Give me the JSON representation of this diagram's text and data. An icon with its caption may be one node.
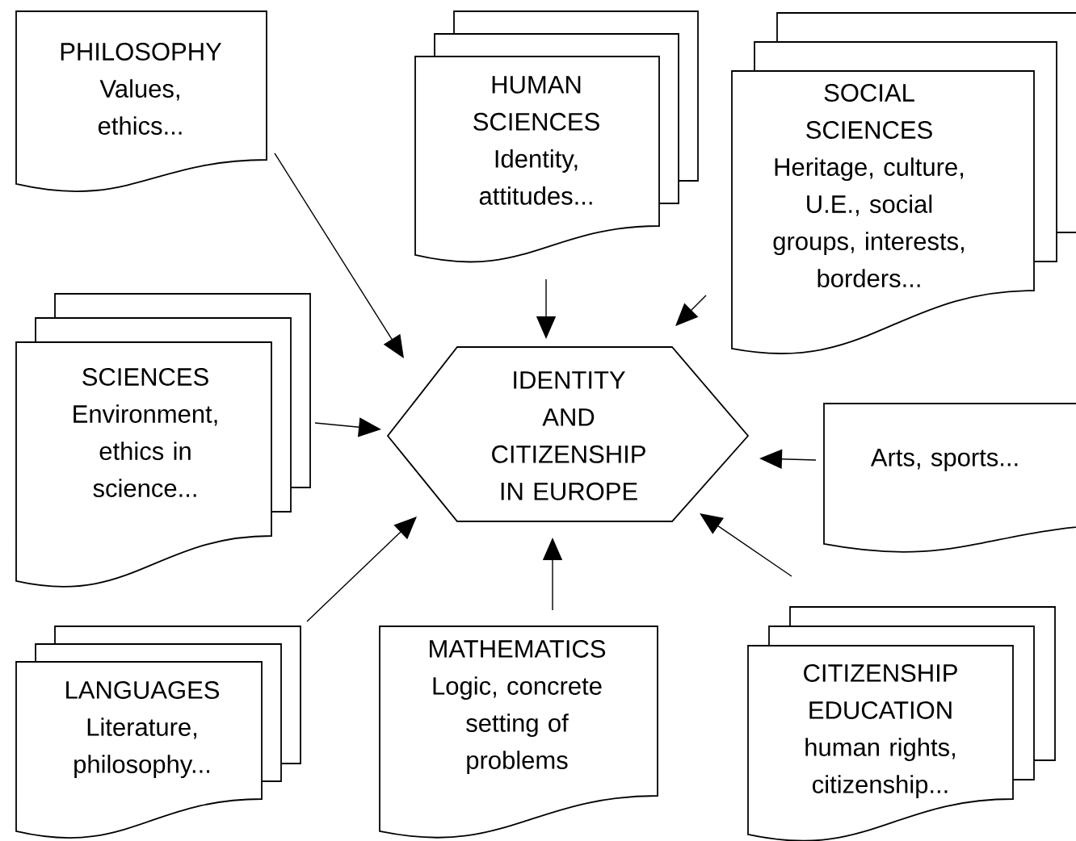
{
  "diagram": {
    "nodes": [
      {
        "text": [
          "PHILOSOPHY",
          "Values, ethics..."
        ]
      },
      {
        "text": [
          "HUMAN SCIENCES",
          "Identity, attitudes..."
        ]
      },
      {
        "text": [
          "SOCIAL SCIENCES",
          "Heritage, culture, U.E., social groups, interests, borders..."
        ]
      },
      {
        "text": [
          "SCIENCES",
          "Environment, ethics in science..."
        ]
      },
      {
        "text": [
          "IDENTITY AND CITIZENSHIP IN EUROPE"
        ]
      },
      {
        "text": [
          "Arts, sports..."
        ]
      },
      {
        "text": [
          "LANGUAGES",
          "Literature, philosophy..."
        ]
      },
      {
        "text": [
          "MATHEMATICS",
          "Logic, concrete setting of problems"
        ]
      },
      {
        "text": [
          "CITIZENSHIP EDUCATION",
          "human rights, citizenship..."
        ]
      }
    ],
    "edges": [
      {
        "from": 0,
        "to": 4,
        "arrow": "to"
      },
      {
        "from": 1,
        "to": 4,
        "arrow": "to"
      },
      {
        "from": 2,
        "to": 4,
        "arrow": "to"
      },
      {
        "from": 3,
        "to": 4,
        "arrow": "to"
      },
      {
        "from": 5,
        "to": 4,
        "arrow": "to"
      },
      {
        "from": 6,
        "to": 4,
        "arrow": "to"
      },
      {
        "from": 7,
        "to": 4,
        "arrow": "to"
      },
      {
        "from": 8,
        "to": 4,
        "arrow": "to"
      }
    ]
  }
}
